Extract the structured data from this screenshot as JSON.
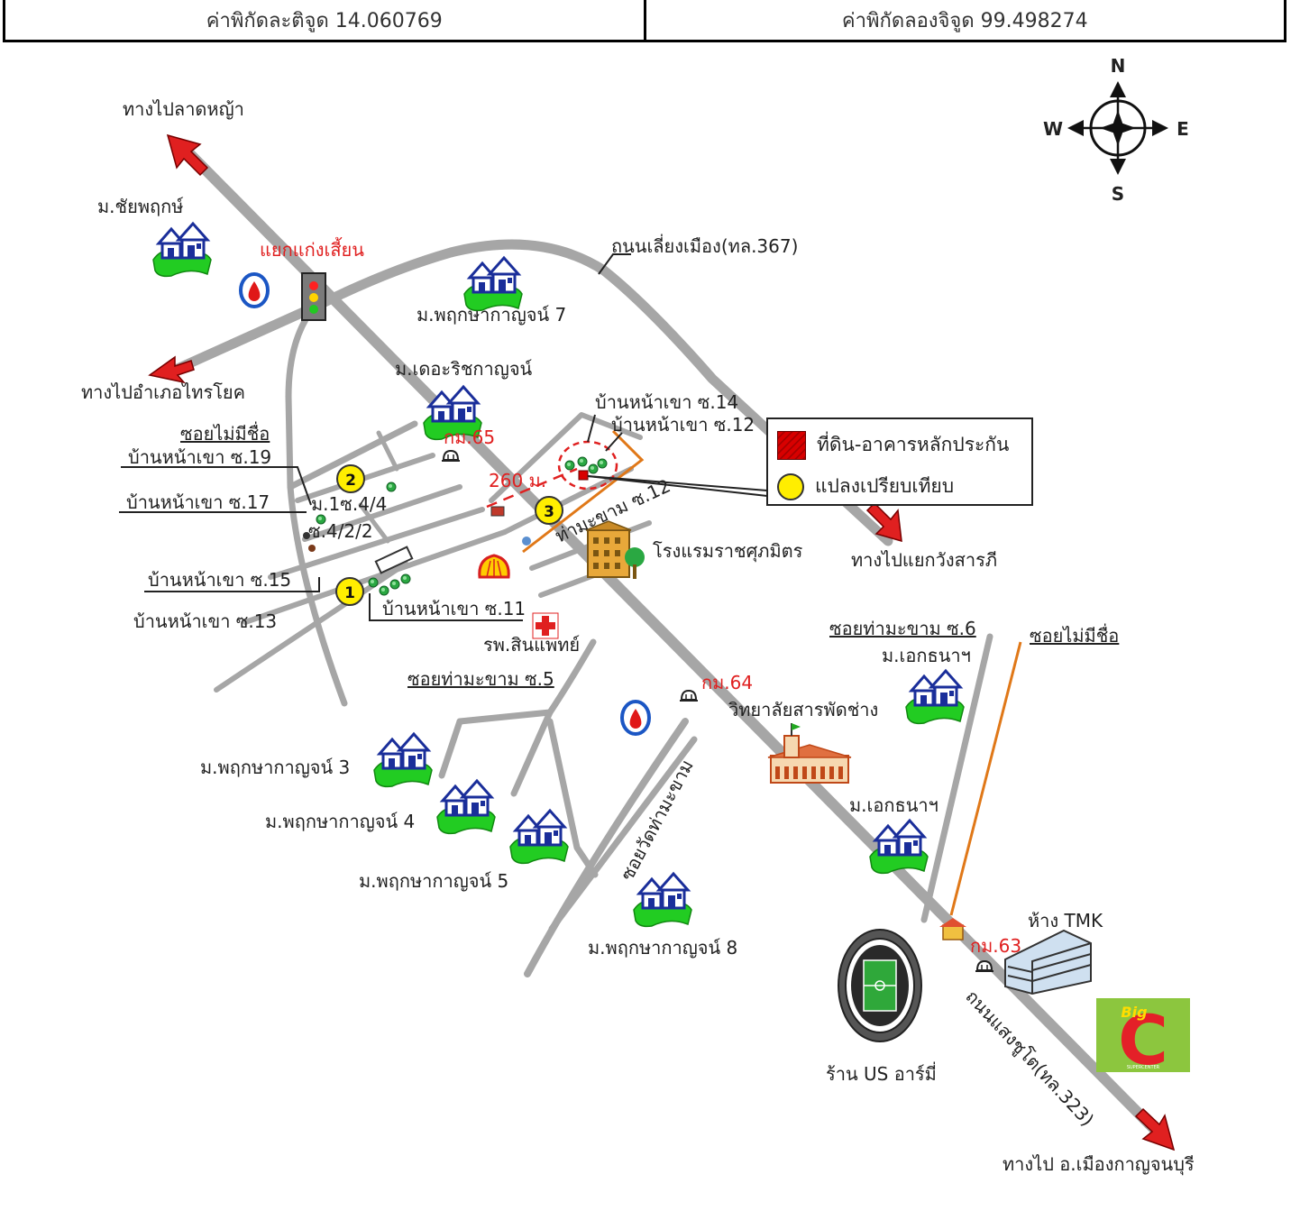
{
  "coordinates": {
    "latitude_label": "ค่าพิกัดละติจูด 14.060769",
    "longitude_label": "ค่าพิกัดลองจิจูด 99.498274"
  },
  "compass": {
    "n": "N",
    "s": "S",
    "e": "E",
    "w": "W"
  },
  "destinations": {
    "lat_ya": "ทางไปลาดหญ้า",
    "sai_yok": "ทางไปอำเภอไทรโยค",
    "wang_sarapee": "ทางไปแยกวังสารภี",
    "muang_kanchanaburi": "ทางไป อ.เมืองกาญจนบุรี"
  },
  "roads": {
    "bypass": "ถนนเลี่ยงเมือง(ทล.367)",
    "saeng_chuto": "ถนนแสงชูโต(ทล.323)",
    "wat_tha_makham": "ซอยวัดท่ามะขาม",
    "soi_no_name_left": "ซอยไม่มีชื่อ",
    "soi_no_name_right": "ซอยไม่มีชื่อ",
    "ban_na_khao_19": "บ้านหน้าเขา ซ.19",
    "ban_na_khao_17": "บ้านหน้าเขา ซ.17",
    "ban_na_khao_15": "บ้านหน้าเขา ซ.15",
    "ban_na_khao_13": "บ้านหน้าเขา ซ.13",
    "ban_na_khao_11": "บ้านหน้าเขา ซ.11",
    "ban_na_khao_14": "บ้านหน้าเขา ซ.14",
    "ban_na_khao_12": "บ้านหน้าเขา ซ.12",
    "tha_makham_5": "ซอยท่ามะขาม ซ.5",
    "tha_makham_6": "ซอยท่ามะขาม ซ.6",
    "tha_makham_12": "ท่ามะขาม ซ.12",
    "small_1": "ม.1ซ.4/4",
    "small_2": "ซ.4/2/2"
  },
  "places": {
    "junction": "แยกแก่งเสี้ยน",
    "chai_phruek": "ม.ชัยพฤกษ์",
    "phruksa_7": "ม.พฤกษากาญจน์ 7",
    "the_rich": "ม.เดอะริชกาญจน์",
    "hotel": "โรงแรมราชศุภมิตร",
    "hospital": "รพ.สินแพทย์",
    "ekthana_1": "ม.เอกธนาฯ",
    "ekthana_2": "ม.เอกธนาฯ",
    "college": "วิทยาลัยสารพัดช่าง",
    "phruksa_3": "ม.พฤกษากาญจน์ 3",
    "phruksa_4": "ม.พฤกษากาญจน์ 4",
    "phruksa_5": "ม.พฤกษากาญจน์ 5",
    "phruksa_8": "ม.พฤกษากาญจน์ 8",
    "tmk": "ห้าง TMK",
    "us_army": "ร้าน US อาร์มี่",
    "bigc_big": "Big",
    "bigc_c": "C",
    "bigc_sub": "SUPERCENTER"
  },
  "markers": {
    "km65": "กม.65",
    "km64": "กม.64",
    "km63": "กม.63",
    "distance": "260 ม."
  },
  "comparables": [
    "1",
    "2",
    "3"
  ],
  "legend": {
    "collateral": "ที่ดิน-อาคารหลักประกัน",
    "comparable": "แปลงเปรียบเทียบ"
  },
  "colors": {
    "road": "#a6a6a6",
    "arrow": "#e02020",
    "orange_road": "#e07818",
    "village_green": "#22cc22",
    "village_house": "#1a2e9a",
    "comparable_yellow": "#ffee00"
  }
}
